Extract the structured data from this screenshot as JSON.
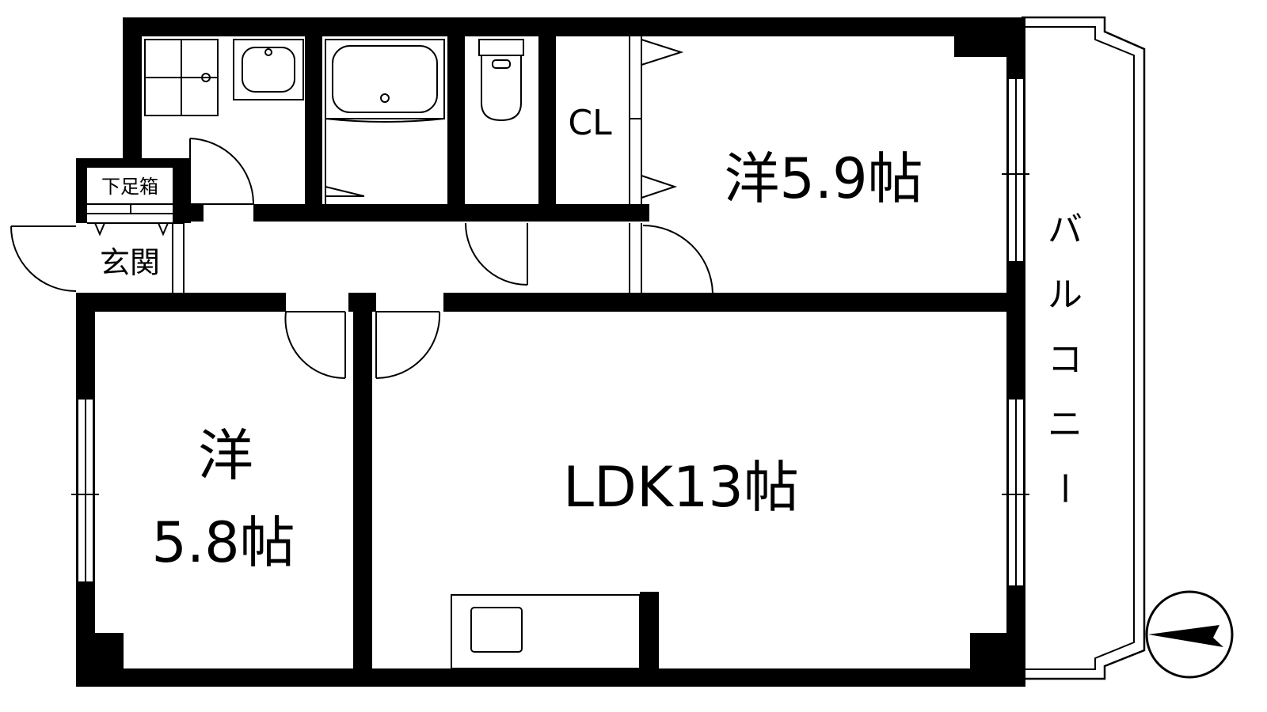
{
  "rooms": {
    "western_room_upper": "洋5.9帖",
    "western_room_lower_type": "洋",
    "western_room_lower_size": "5.8帖",
    "ldk": "LDK13帖",
    "closet": "CL",
    "entrance": "玄関",
    "shoe_box": "下足箱",
    "balcony": "バルコニー"
  },
  "icons": {
    "compass": "north-compass-icon"
  }
}
